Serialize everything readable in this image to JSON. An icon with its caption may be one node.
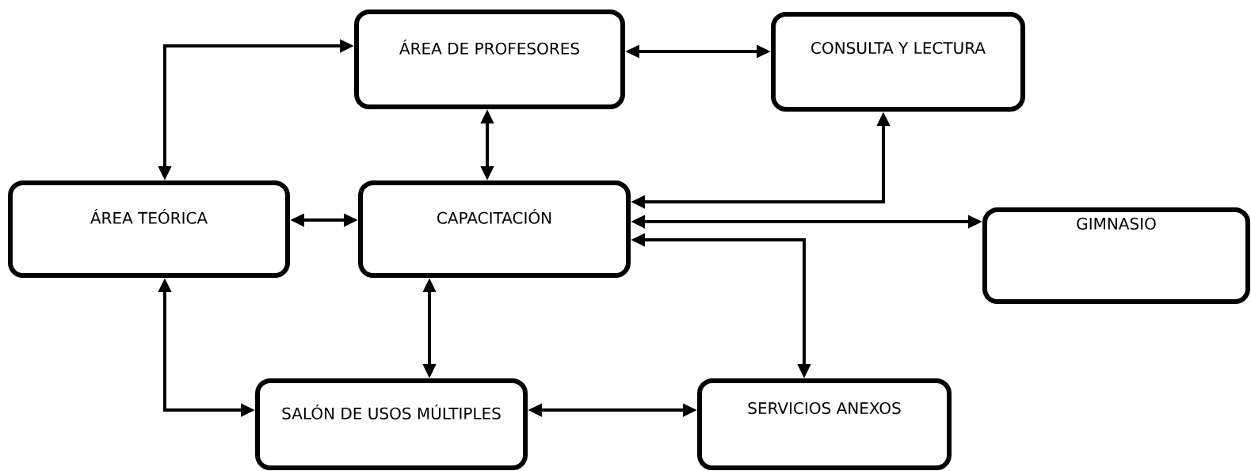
{
  "diagram": {
    "nodes": [
      {
        "text": [
          "ÁREA DE PROFESORES"
        ]
      },
      {
        "text": [
          "CONSULTA Y LECTURA"
        ]
      },
      {
        "text": [
          "ÁREA TEÓRICA"
        ]
      },
      {
        "text": [
          "CAPACITACIÓN"
        ]
      },
      {
        "text": [
          "GIMNASIO"
        ]
      },
      {
        "text": [
          "SALÓN DE USOS MÚLTIPLES"
        ]
      },
      {
        "text": [
          "SERVICIOS ANEXOS"
        ]
      }
    ],
    "edges": [
      {
        "from": 2,
        "to": 0,
        "arrow": "both"
      },
      {
        "from": 0,
        "to": 1,
        "arrow": "both"
      },
      {
        "from": 0,
        "to": 3,
        "arrow": "both"
      },
      {
        "from": 2,
        "to": 3,
        "arrow": "both"
      },
      {
        "from": 3,
        "to": 1,
        "arrow": "both"
      },
      {
        "from": 3,
        "to": 4,
        "arrow": "both"
      },
      {
        "from": 3,
        "to": 6,
        "arrow": "both"
      },
      {
        "from": 3,
        "to": 5,
        "arrow": "both"
      },
      {
        "from": 2,
        "to": 5,
        "arrow": "both"
      },
      {
        "from": 5,
        "to": 6,
        "arrow": "both"
      }
    ]
  }
}
